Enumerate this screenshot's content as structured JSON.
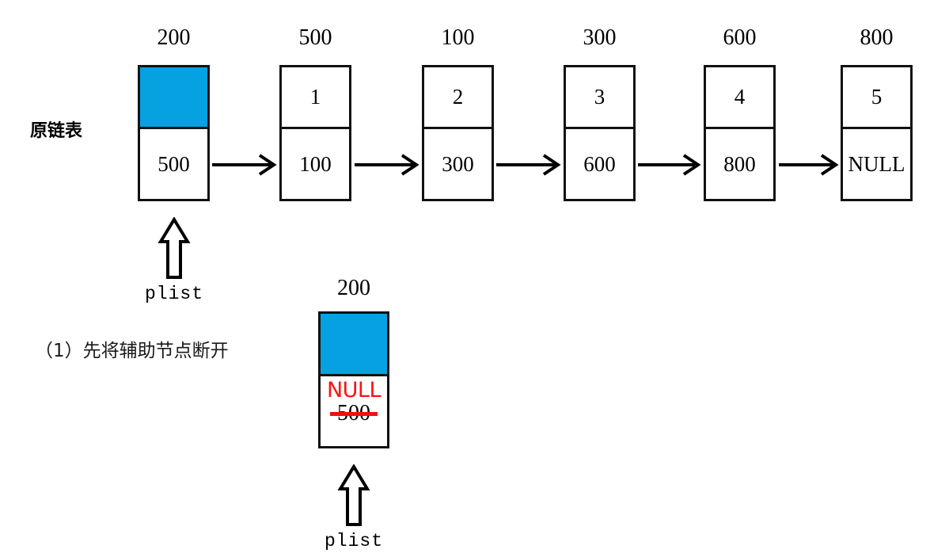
{
  "diagram": {
    "title_row_label": "原链表",
    "caption": "（1）先将辅助节点断开",
    "accent_color": "#05A1E0",
    "edit_color": "#FF1111",
    "pointer_label": "plist"
  },
  "original_list": {
    "label": "原链表",
    "nodes": [
      {
        "address": "200",
        "value": "",
        "next": "500",
        "highlighted": true
      },
      {
        "address": "500",
        "value": "1",
        "next": "100",
        "highlighted": false
      },
      {
        "address": "100",
        "value": "2",
        "next": "300",
        "highlighted": false
      },
      {
        "address": "300",
        "value": "3",
        "next": "600",
        "highlighted": false
      },
      {
        "address": "600",
        "value": "4",
        "next": "800",
        "highlighted": false
      },
      {
        "address": "800",
        "value": "5",
        "next": "NULL",
        "highlighted": false
      }
    ],
    "pointer": {
      "name": "plist",
      "points_to": "200"
    }
  },
  "step_one": {
    "caption": "（1）先将辅助节点断开",
    "node": {
      "address": "200",
      "value": "",
      "highlighted": true,
      "next_new": "NULL",
      "next_old": "500",
      "next_old_struck": true
    },
    "pointer": {
      "name": "plist",
      "points_to": "200"
    }
  }
}
